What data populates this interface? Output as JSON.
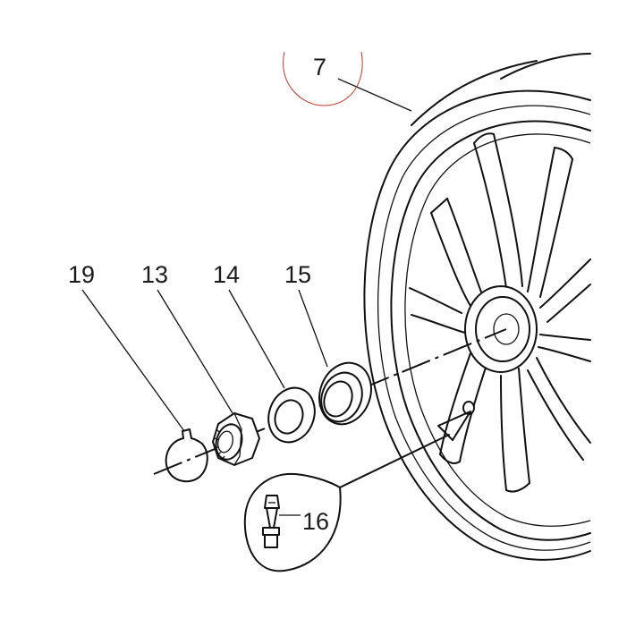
{
  "callouts": {
    "wheel": "7",
    "circlip": "19",
    "nut": "13",
    "washer": "14",
    "seal": "15",
    "valve": "16"
  },
  "colors": {
    "line": "#111111",
    "background": "#ffffff",
    "highlight_circle": "#c0392b"
  }
}
